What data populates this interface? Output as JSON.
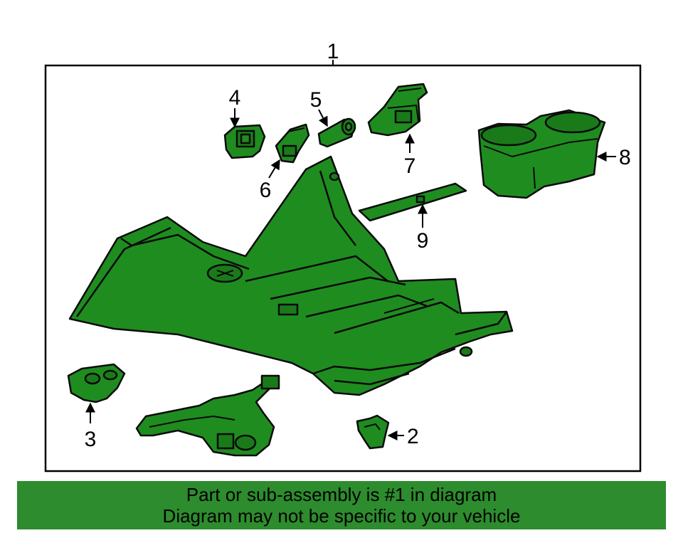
{
  "colors": {
    "part_fill": "#1f8c1f",
    "part_stroke": "#0a0a0a",
    "banner_bg": "#2d8c2d",
    "text": "#000000"
  },
  "callouts": {
    "c1": "1",
    "c2": "2",
    "c3": "3",
    "c4": "4",
    "c5": "5",
    "c6": "6",
    "c7": "7",
    "c8": "8",
    "c9": "9"
  },
  "banner": {
    "line1": "Part or sub-assembly is #1 in diagram",
    "line2": "Diagram may not be specific to your vehicle"
  }
}
